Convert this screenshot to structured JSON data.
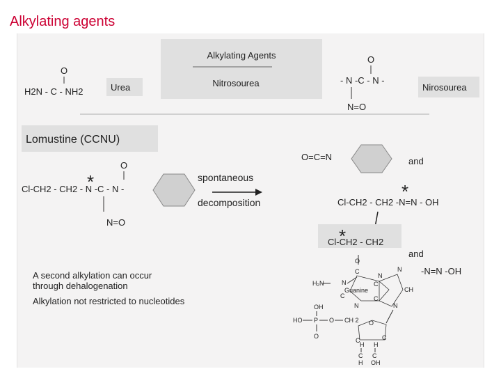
{
  "slide": {
    "title": "Alkylating agents"
  },
  "header_box": {
    "line1": "Alkylating Agents",
    "line2": "Nitrosourea"
  },
  "urea": {
    "o": "O",
    "formula": "H2N - C - NH2",
    "label": "Urea"
  },
  "nitrosourea_group": {
    "o": "O",
    "formula": "- N -C - N -",
    "no": "N=O",
    "label": "Nirosourea"
  },
  "lomustine": {
    "title": "Lomustine (CCNU)",
    "o": "O",
    "chain": "Cl-CH2 - CH2 - N -C - N -",
    "no": "N=O",
    "star": "*"
  },
  "reaction": {
    "line1": "spontaneous",
    "line2": "decomposition"
  },
  "products": {
    "isocyanate": "O=C=N",
    "and1": "and",
    "diazo": "Cl-CH2 - CH2 -N=N - OH",
    "star": "*",
    "adduct_box": "Cl-CH2 - CH2",
    "and2": "and",
    "leaving": "-N=N -OH"
  },
  "guanine": {
    "o": "O",
    "c1": "C",
    "n1": "N",
    "h2n": "H₂N",
    "n2": "N",
    "label": "Guanine",
    "ring_c1": "C",
    "ring_c2": "C",
    "ring_c3": "C",
    "n3": "N",
    "n4": "N",
    "ch": "CH",
    "n5": "N",
    "oh": "OH",
    "ho": "HO",
    "p": "P",
    "o2": "O",
    "ch2": "CH 2",
    "o3": "O",
    "o4": "O",
    "c4": "C",
    "c5": "C",
    "h1": "H",
    "h2": "H",
    "c6": "C",
    "c7": "C",
    "h3": "H",
    "oh2": "OH"
  },
  "notes": {
    "line1": "A second alkylation can occur",
    "line2": "through dehalogenation",
    "line3": "Alkylation not restricted to nucleotides"
  }
}
